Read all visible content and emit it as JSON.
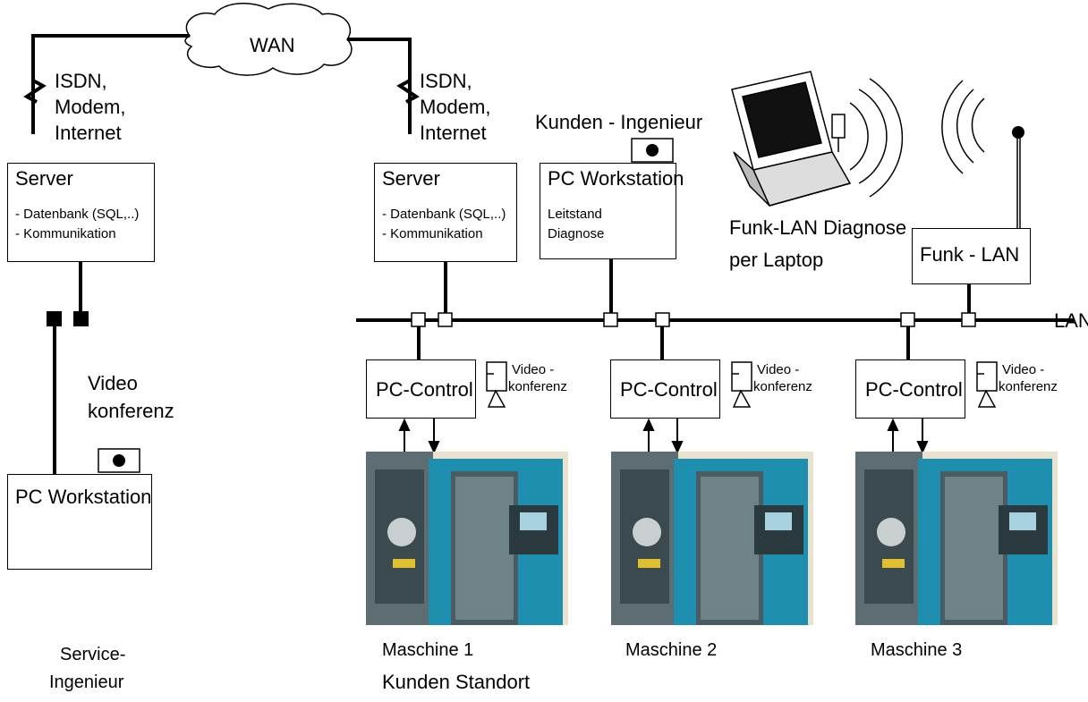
{
  "wan": {
    "label": "WAN"
  },
  "left": {
    "link_label": [
      "ISDN,",
      "Modem,",
      "Internet"
    ],
    "server": {
      "title": "Server",
      "lines": [
        "- Datenbank (SQL,..)",
        "- Kommunikation"
      ]
    },
    "video_label": [
      "Video",
      "konferenz"
    ],
    "workstation": {
      "title": "PC Workstation"
    },
    "role": [
      "Service-",
      "Ingenieur"
    ]
  },
  "site": {
    "link_label": [
      "ISDN,",
      "Modem,",
      "Internet"
    ],
    "server": {
      "title": "Server",
      "lines": [
        "- Datenbank (SQL,..)",
        "- Kommunikation"
      ]
    },
    "engineer_label": "Kunden - Ingenieur",
    "workstation": {
      "title": "PC Workstation",
      "lines": [
        "Leitstand",
        "Diagnose"
      ]
    },
    "laptop_label": [
      "Funk-LAN Diagnose",
      "per Laptop"
    ],
    "funk_lan": "Funk - LAN",
    "lan_label": "LAN",
    "controls": [
      {
        "label": "PC-Control",
        "video": [
          "Video -",
          "konferenz"
        ],
        "machine": "Maschine 1"
      },
      {
        "label": "PC-Control",
        "video": [
          "Video -",
          "konferenz"
        ],
        "machine": "Maschine 2"
      },
      {
        "label": "PC-Control",
        "video": [
          "Video -",
          "konferenz"
        ],
        "machine": "Maschine 3"
      }
    ],
    "location": "Kunden Standort"
  },
  "colors": {
    "machine_blue": "#1f8fb0",
    "machine_frame": "#e8e2cf",
    "line": "#000000"
  }
}
